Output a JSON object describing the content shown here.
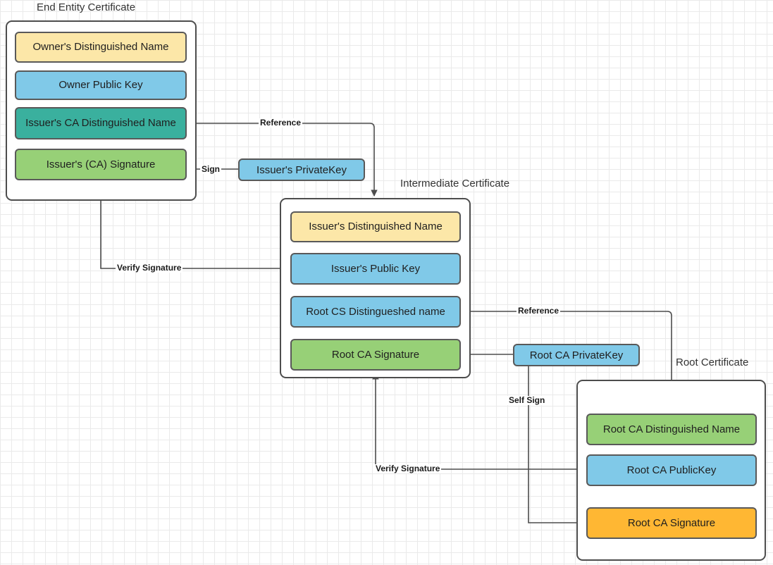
{
  "diagram": {
    "title_captions": [
      {
        "name": "end-entity-certificate",
        "label": "End Entity Certificate"
      },
      {
        "name": "intermediate-certificate",
        "label": "Intermediate Certificate"
      },
      {
        "name": "root-certificate",
        "label": "Root Certificate"
      }
    ],
    "colors": {
      "yellow": "#fce7a8",
      "blue": "#80c9e8",
      "teal": "#3ab09e",
      "green": "#97d077",
      "orange": "#ffb733",
      "stroke": "#595959",
      "container_stroke": "#4d4d4d",
      "grid_minor": "#eaeaea",
      "grid_major": "#d4d4d4"
    },
    "end_entity": {
      "caption": "End Entity Certificate",
      "fields": [
        {
          "name": "owner-distinguished-name",
          "label": "Owner's Distinguished Name",
          "color": "yellow"
        },
        {
          "name": "owner-public-key",
          "label": "Owner Public  Key",
          "color": "blue"
        },
        {
          "name": "issuer-ca-distinguished-name",
          "label": "Issuer's CA Distinguished Name",
          "color": "teal"
        },
        {
          "name": "issuer-ca-signature",
          "label": "Issuer's (CA) Signature",
          "color": "green"
        }
      ]
    },
    "intermediate": {
      "caption": "Intermediate Certificate",
      "fields": [
        {
          "name": "issuer-distinguished-name",
          "label": "Issuer's Distinguished Name",
          "color": "yellow"
        },
        {
          "name": "issuer-public-key",
          "label": "Issuer's Public  Key",
          "color": "blue"
        },
        {
          "name": "root-cs-distingueshed-name",
          "label": "Root CS Distingueshed name",
          "color": "blue"
        },
        {
          "name": "root-ca-signature-intermediate",
          "label": "Root CA Signature",
          "color": "green"
        }
      ]
    },
    "root": {
      "caption": "Root Certificate",
      "fields": [
        {
          "name": "root-ca-distinguished-name",
          "label": "Root CA Distinguished Name",
          "color": "green"
        },
        {
          "name": "root-ca-public-key",
          "label": "Root CA PublicKey",
          "color": "blue"
        },
        {
          "name": "root-ca-signature",
          "label": "Root CA Signature",
          "color": "orange"
        }
      ]
    },
    "keys": [
      {
        "name": "issuers-private-key",
        "label": "Issuer's PrivateKey"
      },
      {
        "name": "root-ca-private-key",
        "label": "Root CA PrivateKey"
      }
    ],
    "edge_labels": [
      {
        "name": "edge-label-reference-top",
        "label": "Reference"
      },
      {
        "name": "edge-label-sign",
        "label": "Sign"
      },
      {
        "name": "edge-label-verify-signature-top",
        "label": "Verify Signature"
      },
      {
        "name": "edge-label-reference-bottom",
        "label": "Reference"
      },
      {
        "name": "edge-label-self-sign",
        "label": "Self Sign"
      },
      {
        "name": "edge-label-verify-signature-bottom",
        "label": "Verify Signature"
      }
    ]
  }
}
